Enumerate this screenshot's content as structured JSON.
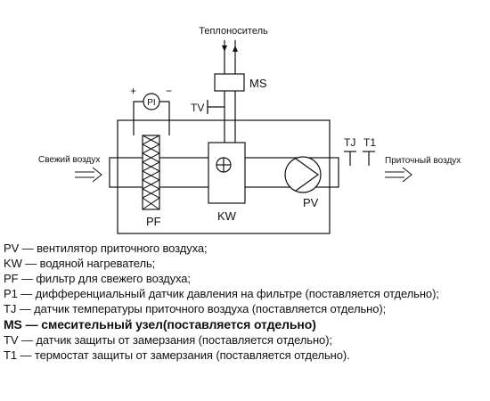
{
  "diagram": {
    "labels": {
      "coolant": "Теплоноситель",
      "ms": "MS",
      "tv": "TV",
      "pi": "PI",
      "plus": "+",
      "minus": "−",
      "tj": "TJ",
      "t1": "T1",
      "fresh_air": "Свежий воздух",
      "supply_air": "Приточный воздух",
      "pf": "PF",
      "kw": "KW",
      "pv": "PV"
    }
  },
  "legend": [
    {
      "text": "PV — вентилятор приточного воздуха;",
      "bold": false
    },
    {
      "text": "KW — водяной нагреватель;",
      "bold": false
    },
    {
      "text": "PF — фильтр для свежего воздуха;",
      "bold": false
    },
    {
      "text": "P1 —  дифференциальный датчик давления на фильтре (поставляется отдельно);",
      "bold": false
    },
    {
      "text": "TJ — датчик температуры приточного воздуха (поставляется отдельно);",
      "bold": false
    },
    {
      "text": "MS — смесительный узел(поставляется отдельно)",
      "bold": true
    },
    {
      "text": "TV — датчик защиты от замерзания (поставляется отдельно);",
      "bold": false
    },
    {
      "text": "T1 — термостат защиты от замерзания (поставляется отдельно).",
      "bold": false
    }
  ]
}
